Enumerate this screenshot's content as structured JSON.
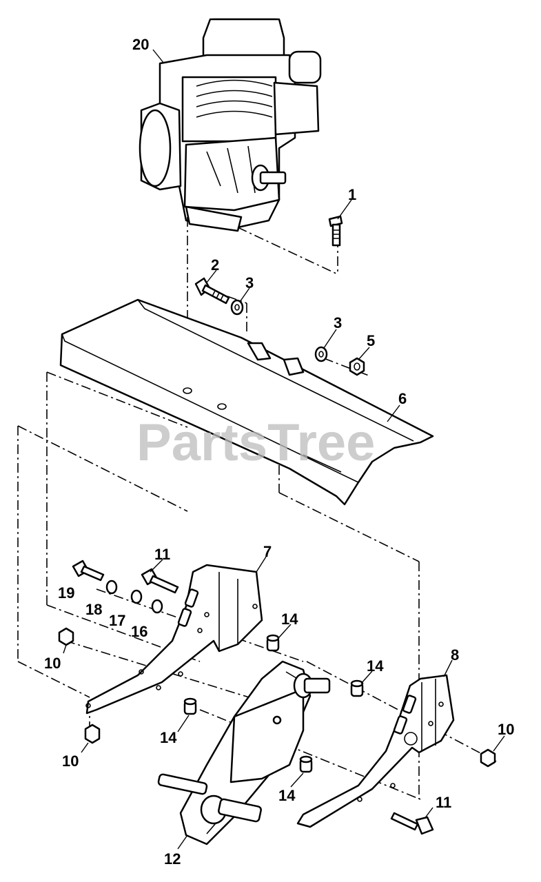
{
  "watermark": "PartsTree",
  "callouts": [
    {
      "id": "c20",
      "label": "20"
    },
    {
      "id": "c1",
      "label": "1"
    },
    {
      "id": "c2",
      "label": "2"
    },
    {
      "id": "c3a",
      "label": "3"
    },
    {
      "id": "c3b",
      "label": "3"
    },
    {
      "id": "c5",
      "label": "5"
    },
    {
      "id": "c6",
      "label": "6"
    },
    {
      "id": "c11a",
      "label": "11"
    },
    {
      "id": "c7",
      "label": "7"
    },
    {
      "id": "c19",
      "label": "19"
    },
    {
      "id": "c18",
      "label": "18"
    },
    {
      "id": "c17",
      "label": "17"
    },
    {
      "id": "c16",
      "label": "16"
    },
    {
      "id": "c14a",
      "label": "14"
    },
    {
      "id": "c8",
      "label": "8"
    },
    {
      "id": "c14b",
      "label": "14"
    },
    {
      "id": "c10a",
      "label": "10"
    },
    {
      "id": "c14c",
      "label": "14"
    },
    {
      "id": "c10b",
      "label": "10"
    },
    {
      "id": "c10c",
      "label": "10"
    },
    {
      "id": "c14d",
      "label": "14"
    },
    {
      "id": "c11b",
      "label": "11"
    },
    {
      "id": "c12",
      "label": "12"
    }
  ]
}
